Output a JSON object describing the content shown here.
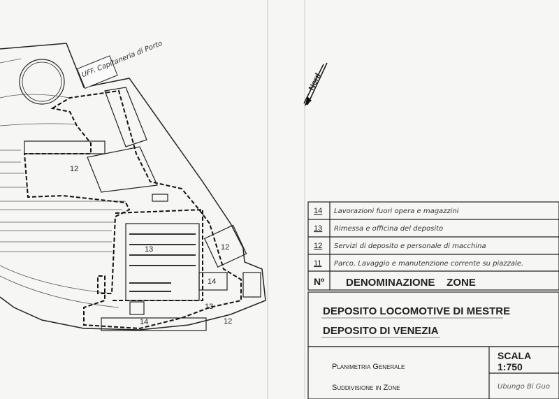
{
  "plan": {
    "office_label": "UFF. Capitaneria di Porto",
    "north_label": "Nord",
    "zone_labels": [
      "12",
      "13",
      "12",
      "14",
      "13",
      "14",
      "12"
    ]
  },
  "legend": {
    "rows": [
      {
        "number": "14",
        "description": "Lavorazioni fuori opera e magazzini"
      },
      {
        "number": "13",
        "description": "Rimessa e officina del deposito"
      },
      {
        "number": "12",
        "description": "Servizi di deposito e personale di macchina"
      },
      {
        "number": "11",
        "description": "Parco, Lavaggio e manutenzione corrente su piazzale."
      }
    ],
    "header_number": "Nº",
    "header_title": "DENOMINAZIONE    ZONE"
  },
  "title_block": {
    "line1": "DEPOSITO LOCOMOTIVE DI MESTRE",
    "line2": "DEPOSITO DI VENEZIA",
    "subtitle1": "Planimetria Generale",
    "subtitle2": "Suddivisione in Zone",
    "scale_label": "SCALA",
    "scale_value": "1:750",
    "signature": "Ubungo Bi Guo"
  }
}
